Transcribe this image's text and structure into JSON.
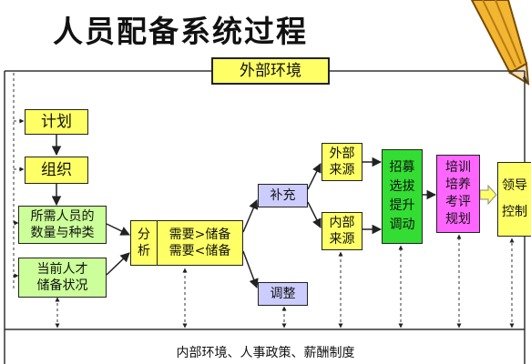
{
  "title": "人员配备系统过程",
  "external_env": "外部环境",
  "internal_env": "内部环境、人事政策、薪酬制度",
  "nodes": {
    "plan": "计划",
    "organize": "组织",
    "required_staff_line1": "所需人员的",
    "required_staff_line2": "数量与种类",
    "current_talent_line1": "当前人才",
    "current_talent_line2": "储备状况",
    "analysis_line1": "分",
    "analysis_line2": "析",
    "need_more": "需要>储备",
    "need_less": "需要<储备",
    "supplement": "补充",
    "adjust": "调整",
    "external_source_line1": "外部",
    "external_source_line2": "来源",
    "internal_source_line1": "内部",
    "internal_source_line2": "来源",
    "recruit_line1": "招募",
    "recruit_line2": "选拔",
    "recruit_line3": "提升",
    "recruit_line4": "调动",
    "training_line1": "培训",
    "training_line2": "培养",
    "training_line3": "考评",
    "training_line4": "规划",
    "lead_line1": "领导",
    "lead_line2": "控制"
  },
  "colors": {
    "yellow": "#ffff66",
    "green": "#ccff99",
    "bright_green": "#33dd33",
    "pink": "#ff66ff",
    "purple": "#ccccff"
  }
}
